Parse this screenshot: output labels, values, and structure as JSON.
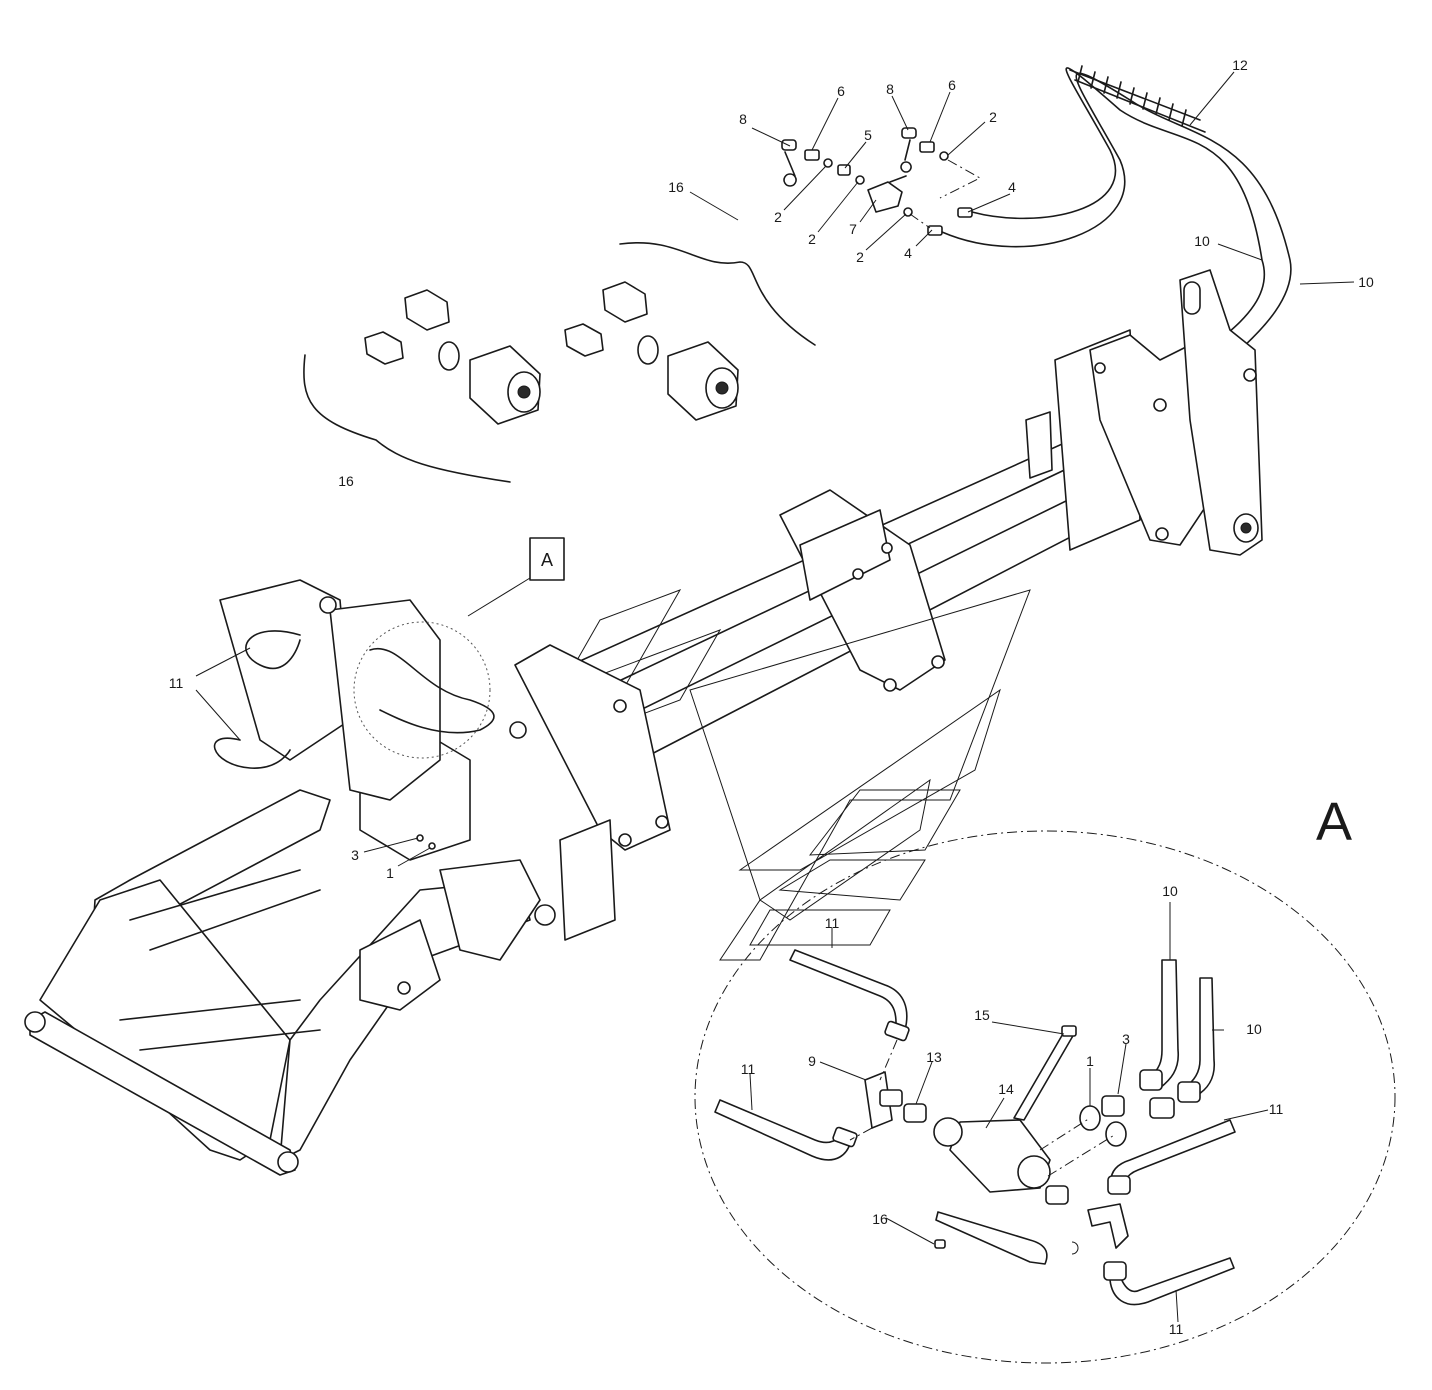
{
  "detail_title": "A",
  "callout_box_label": "A",
  "callouts": [
    {
      "id": "c1",
      "text": "8"
    },
    {
      "id": "c2",
      "text": "6"
    },
    {
      "id": "c3",
      "text": "5"
    },
    {
      "id": "c4",
      "text": "8"
    },
    {
      "id": "c5",
      "text": "6"
    },
    {
      "id": "c6",
      "text": "2"
    },
    {
      "id": "c7",
      "text": "4"
    },
    {
      "id": "c8",
      "text": "12"
    },
    {
      "id": "c9",
      "text": "2"
    },
    {
      "id": "c10",
      "text": "2"
    },
    {
      "id": "c11",
      "text": "7"
    },
    {
      "id": "c12",
      "text": "2"
    },
    {
      "id": "c13",
      "text": "4"
    },
    {
      "id": "c14",
      "text": "16"
    },
    {
      "id": "c15",
      "text": "10"
    },
    {
      "id": "c16",
      "text": "10"
    },
    {
      "id": "c17",
      "text": "16"
    },
    {
      "id": "c18",
      "text": "11"
    },
    {
      "id": "c19",
      "text": "3"
    },
    {
      "id": "c20",
      "text": "1"
    },
    {
      "id": "d1",
      "text": "10"
    },
    {
      "id": "d2",
      "text": "11"
    },
    {
      "id": "d3",
      "text": "10"
    },
    {
      "id": "d4",
      "text": "15"
    },
    {
      "id": "d5",
      "text": "9"
    },
    {
      "id": "d6",
      "text": "13"
    },
    {
      "id": "d7",
      "text": "1"
    },
    {
      "id": "d8",
      "text": "3"
    },
    {
      "id": "d9",
      "text": "11"
    },
    {
      "id": "d10",
      "text": "14"
    },
    {
      "id": "d11",
      "text": "11"
    },
    {
      "id": "d12",
      "text": "16"
    },
    {
      "id": "d13",
      "text": "11"
    }
  ]
}
